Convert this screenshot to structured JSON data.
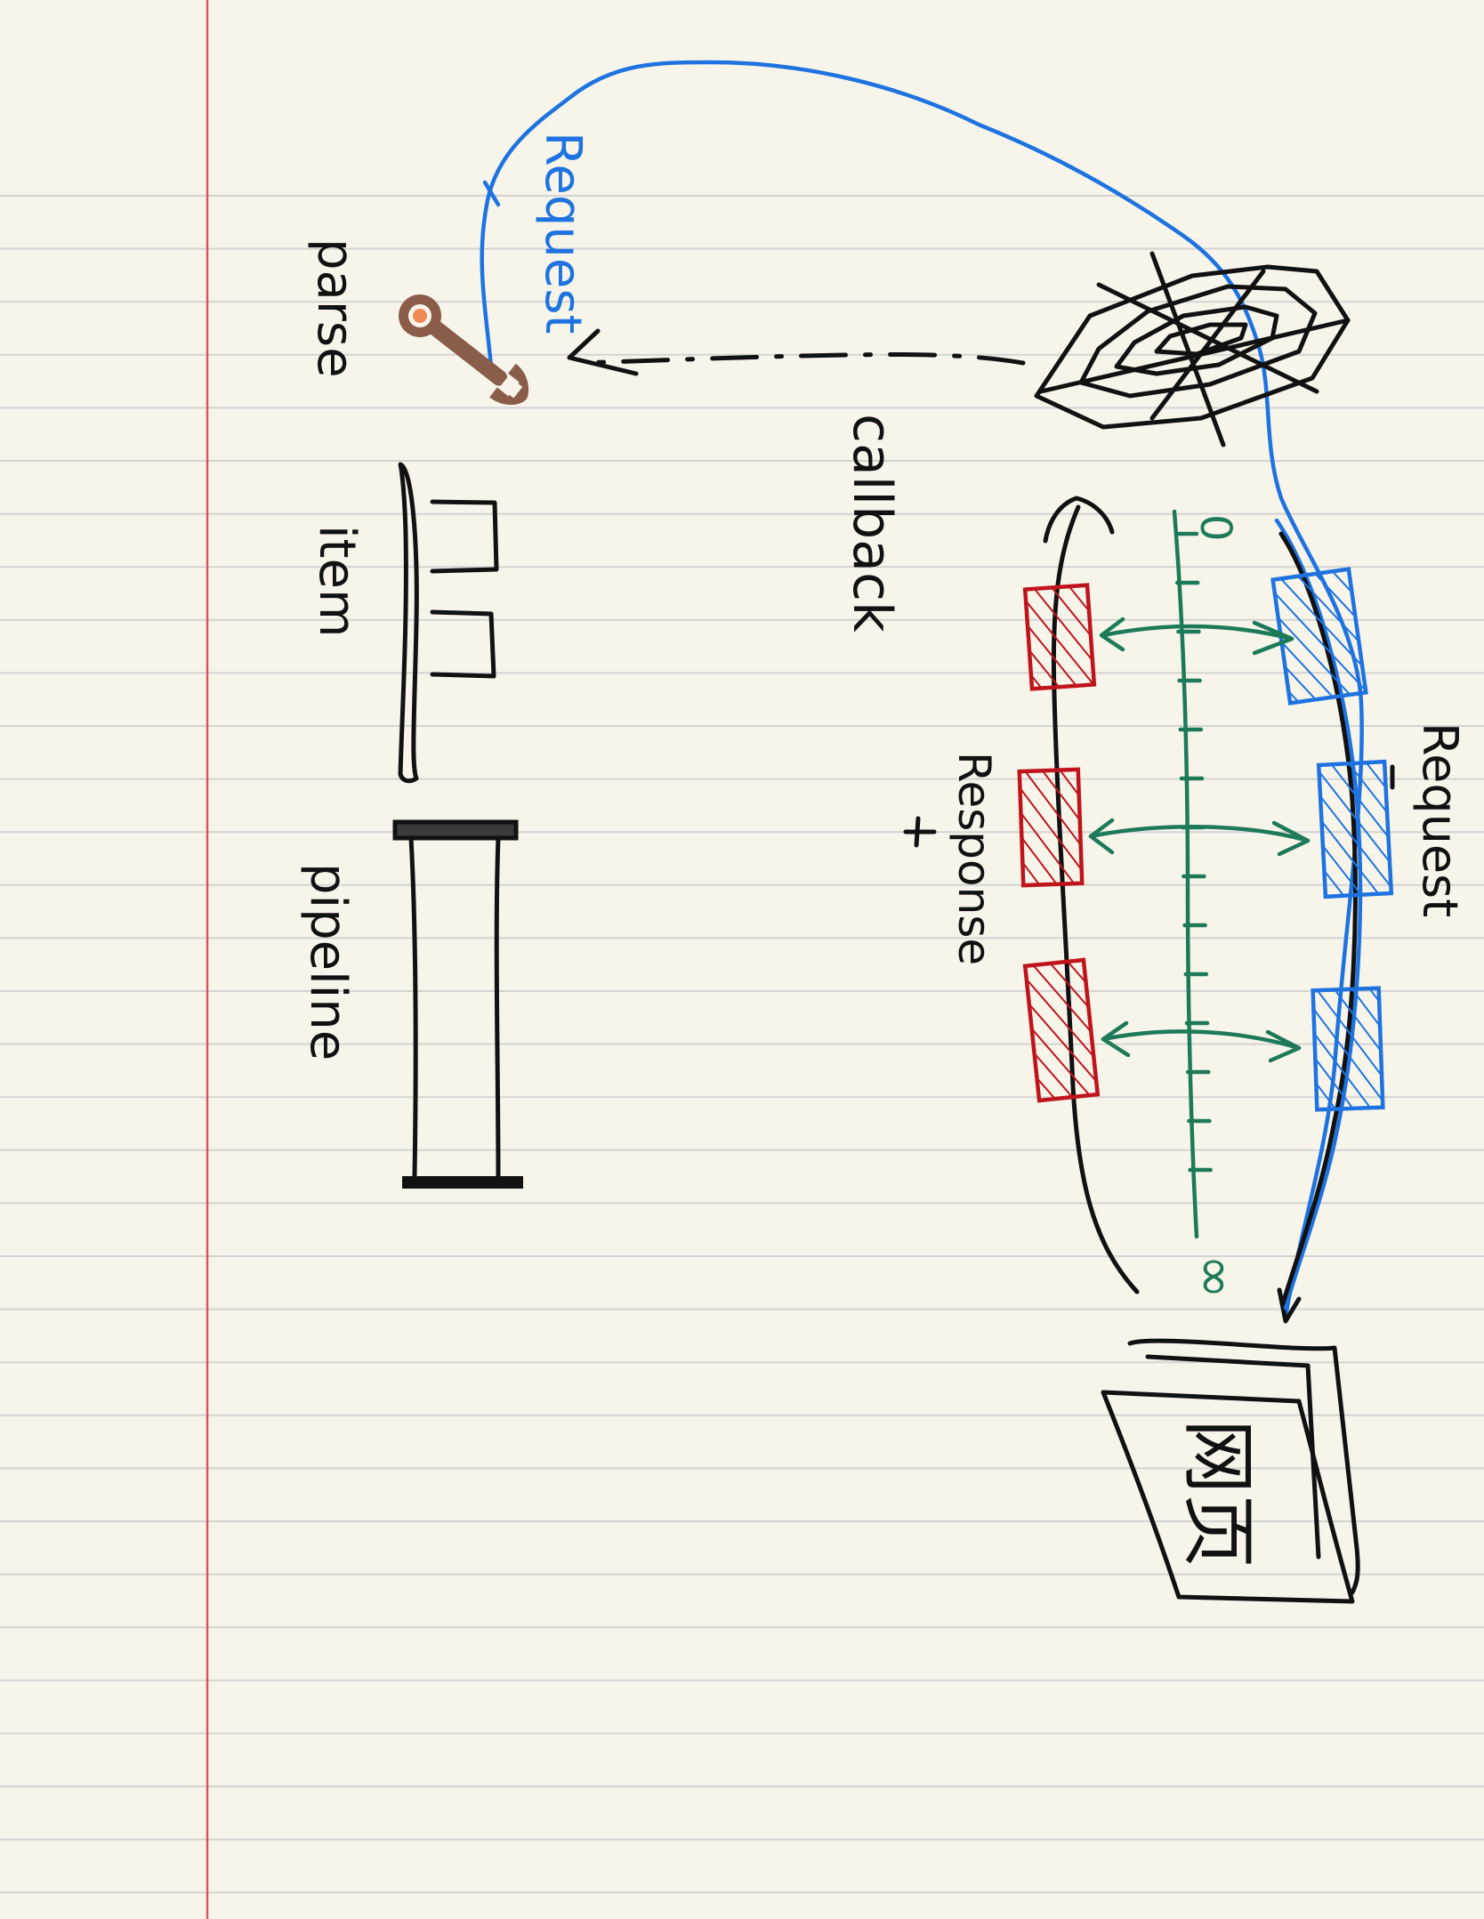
{
  "labels": {
    "request_top": "Request",
    "parse": "parse",
    "callback": "callback",
    "item": "item",
    "pipeline": "pipeline",
    "request_right": "Request",
    "response": "Response",
    "queue_start": "0",
    "queue_end": "∞",
    "webpage": "网页"
  },
  "icons": {
    "wrench": "wrench-icon",
    "spider_web": "spider-web-icon"
  },
  "colors": {
    "paper": "#f7f5ea",
    "rule_line": "#d3d3d3",
    "margin_line": "#d9565c",
    "ink": "#111111",
    "request_blue": "#1e73e0",
    "response_red": "#c0141c",
    "queue_green": "#1d7a58",
    "wrench_brown": "#8a5d4a",
    "wrench_dot": "#f08a55"
  }
}
